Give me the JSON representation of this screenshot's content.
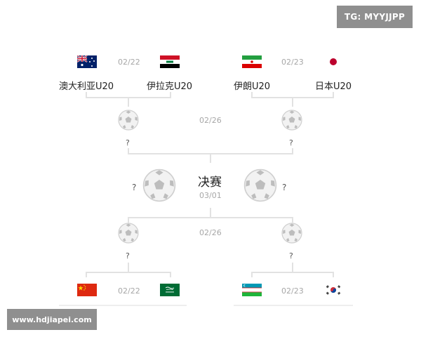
{
  "watermarks": {
    "top": "TG: MYYJJPP",
    "bottom": "www.hdjiapei.com"
  },
  "top_bracket": {
    "match_left": {
      "date": "02/22",
      "team_a": "澳大利亚U20",
      "team_b": "伊拉克U20",
      "flag_a": "australia",
      "flag_b": "iraq"
    },
    "match_right": {
      "date": "02/23",
      "team_a": "伊朗U20",
      "team_b": "日本U20",
      "flag_a": "iran",
      "flag_b": "japan"
    },
    "semi_date": "02/26",
    "semi_left_team": "?",
    "semi_right_team": "?"
  },
  "final": {
    "title": "决赛",
    "date": "03/01",
    "left_team": "?",
    "right_team": "?"
  },
  "bottom_bracket": {
    "semi_date": "02/26",
    "semi_left_team": "?",
    "semi_right_team": "?",
    "match_left": {
      "date": "02/22",
      "flag_a": "china",
      "flag_b": "saudi-arabia"
    },
    "match_right": {
      "date": "02/23",
      "flag_a": "uzbekistan",
      "flag_b": "south-korea"
    }
  }
}
